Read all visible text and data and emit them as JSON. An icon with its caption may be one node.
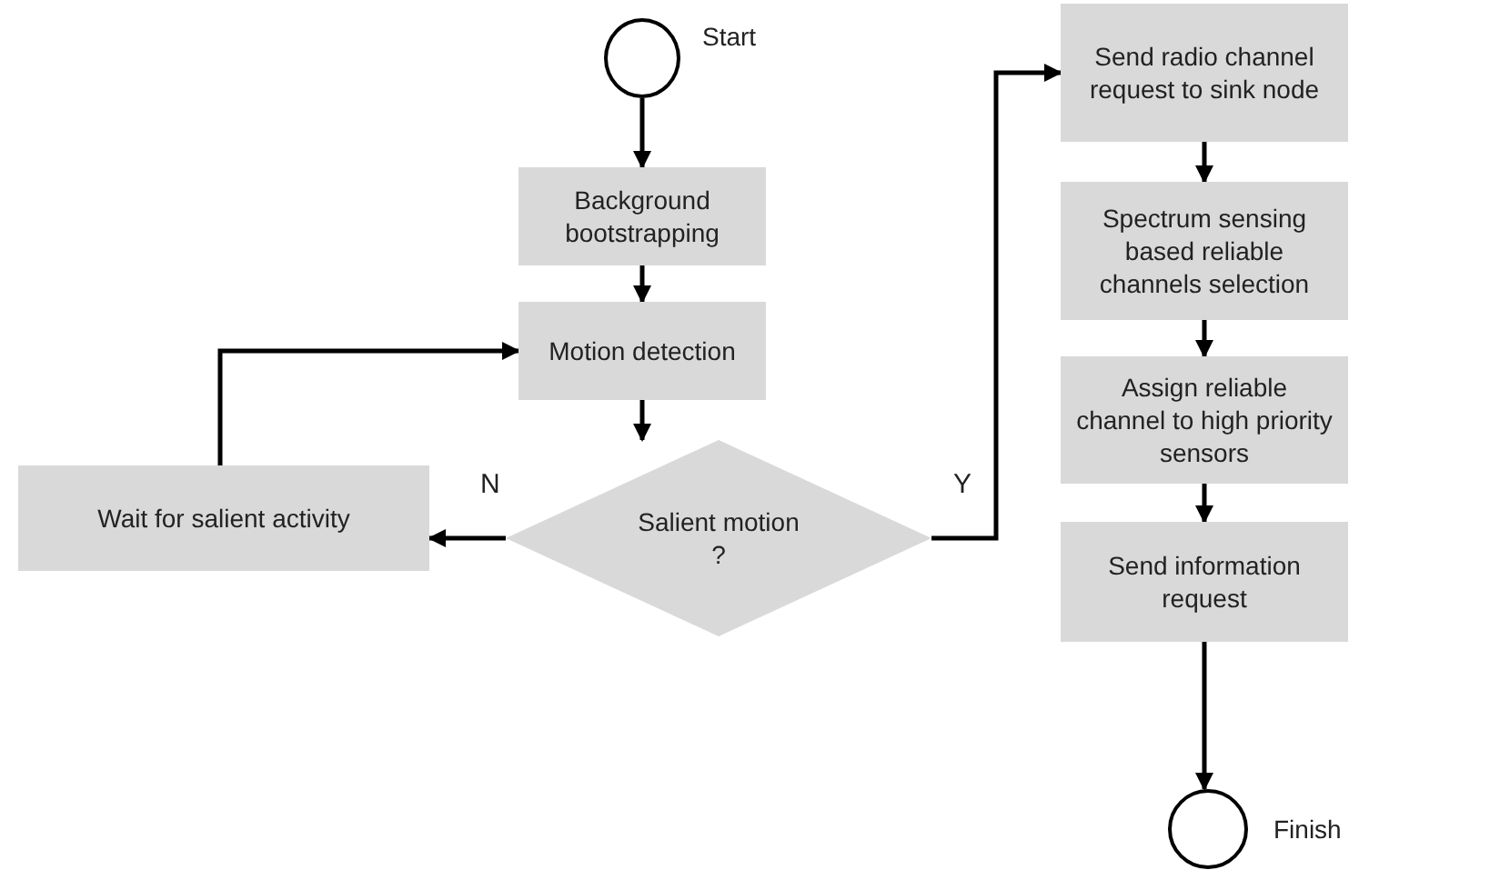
{
  "diagram": {
    "nodes": [
      {
        "text": [],
        "shape": "circle",
        "beside": [
          "Start"
        ]
      },
      {
        "text": [
          "Background bootstrapping"
        ]
      },
      {
        "text": [
          "Motion detection"
        ]
      },
      {
        "text": [
          "Salient motion ?"
        ]
      },
      {
        "text": [
          "Wait for salient activity"
        ]
      },
      {
        "text": [
          "Send radio channel request to sink node"
        ]
      },
      {
        "text": [
          "Spectrum sensing based reliable channels selection"
        ]
      },
      {
        "text": [
          "Assign reliable channel to high priority sensors"
        ]
      },
      {
        "text": [
          "Send information request"
        ]
      },
      {
        "text": [],
        "shape": "circle",
        "beside": [
          "Finish"
        ]
      }
    ],
    "edges": [
      {
        "from": 0,
        "to": 1,
        "arrow": "to"
      },
      {
        "from": 1,
        "to": 2,
        "arrow": "to"
      },
      {
        "from": 2,
        "to": 3,
        "arrow": "to"
      },
      {
        "from": 3,
        "to": 4,
        "arrow": "to",
        "label": "N"
      },
      {
        "from": 4,
        "to": 2,
        "arrow": "to"
      },
      {
        "from": 3,
        "to": 5,
        "arrow": "to",
        "label": "Y"
      },
      {
        "from": 5,
        "to": 6,
        "arrow": "to"
      },
      {
        "from": 6,
        "to": 7,
        "arrow": "to"
      },
      {
        "from": 7,
        "to": 8,
        "arrow": "to"
      },
      {
        "from": 8,
        "to": 9,
        "arrow": "to"
      }
    ]
  }
}
